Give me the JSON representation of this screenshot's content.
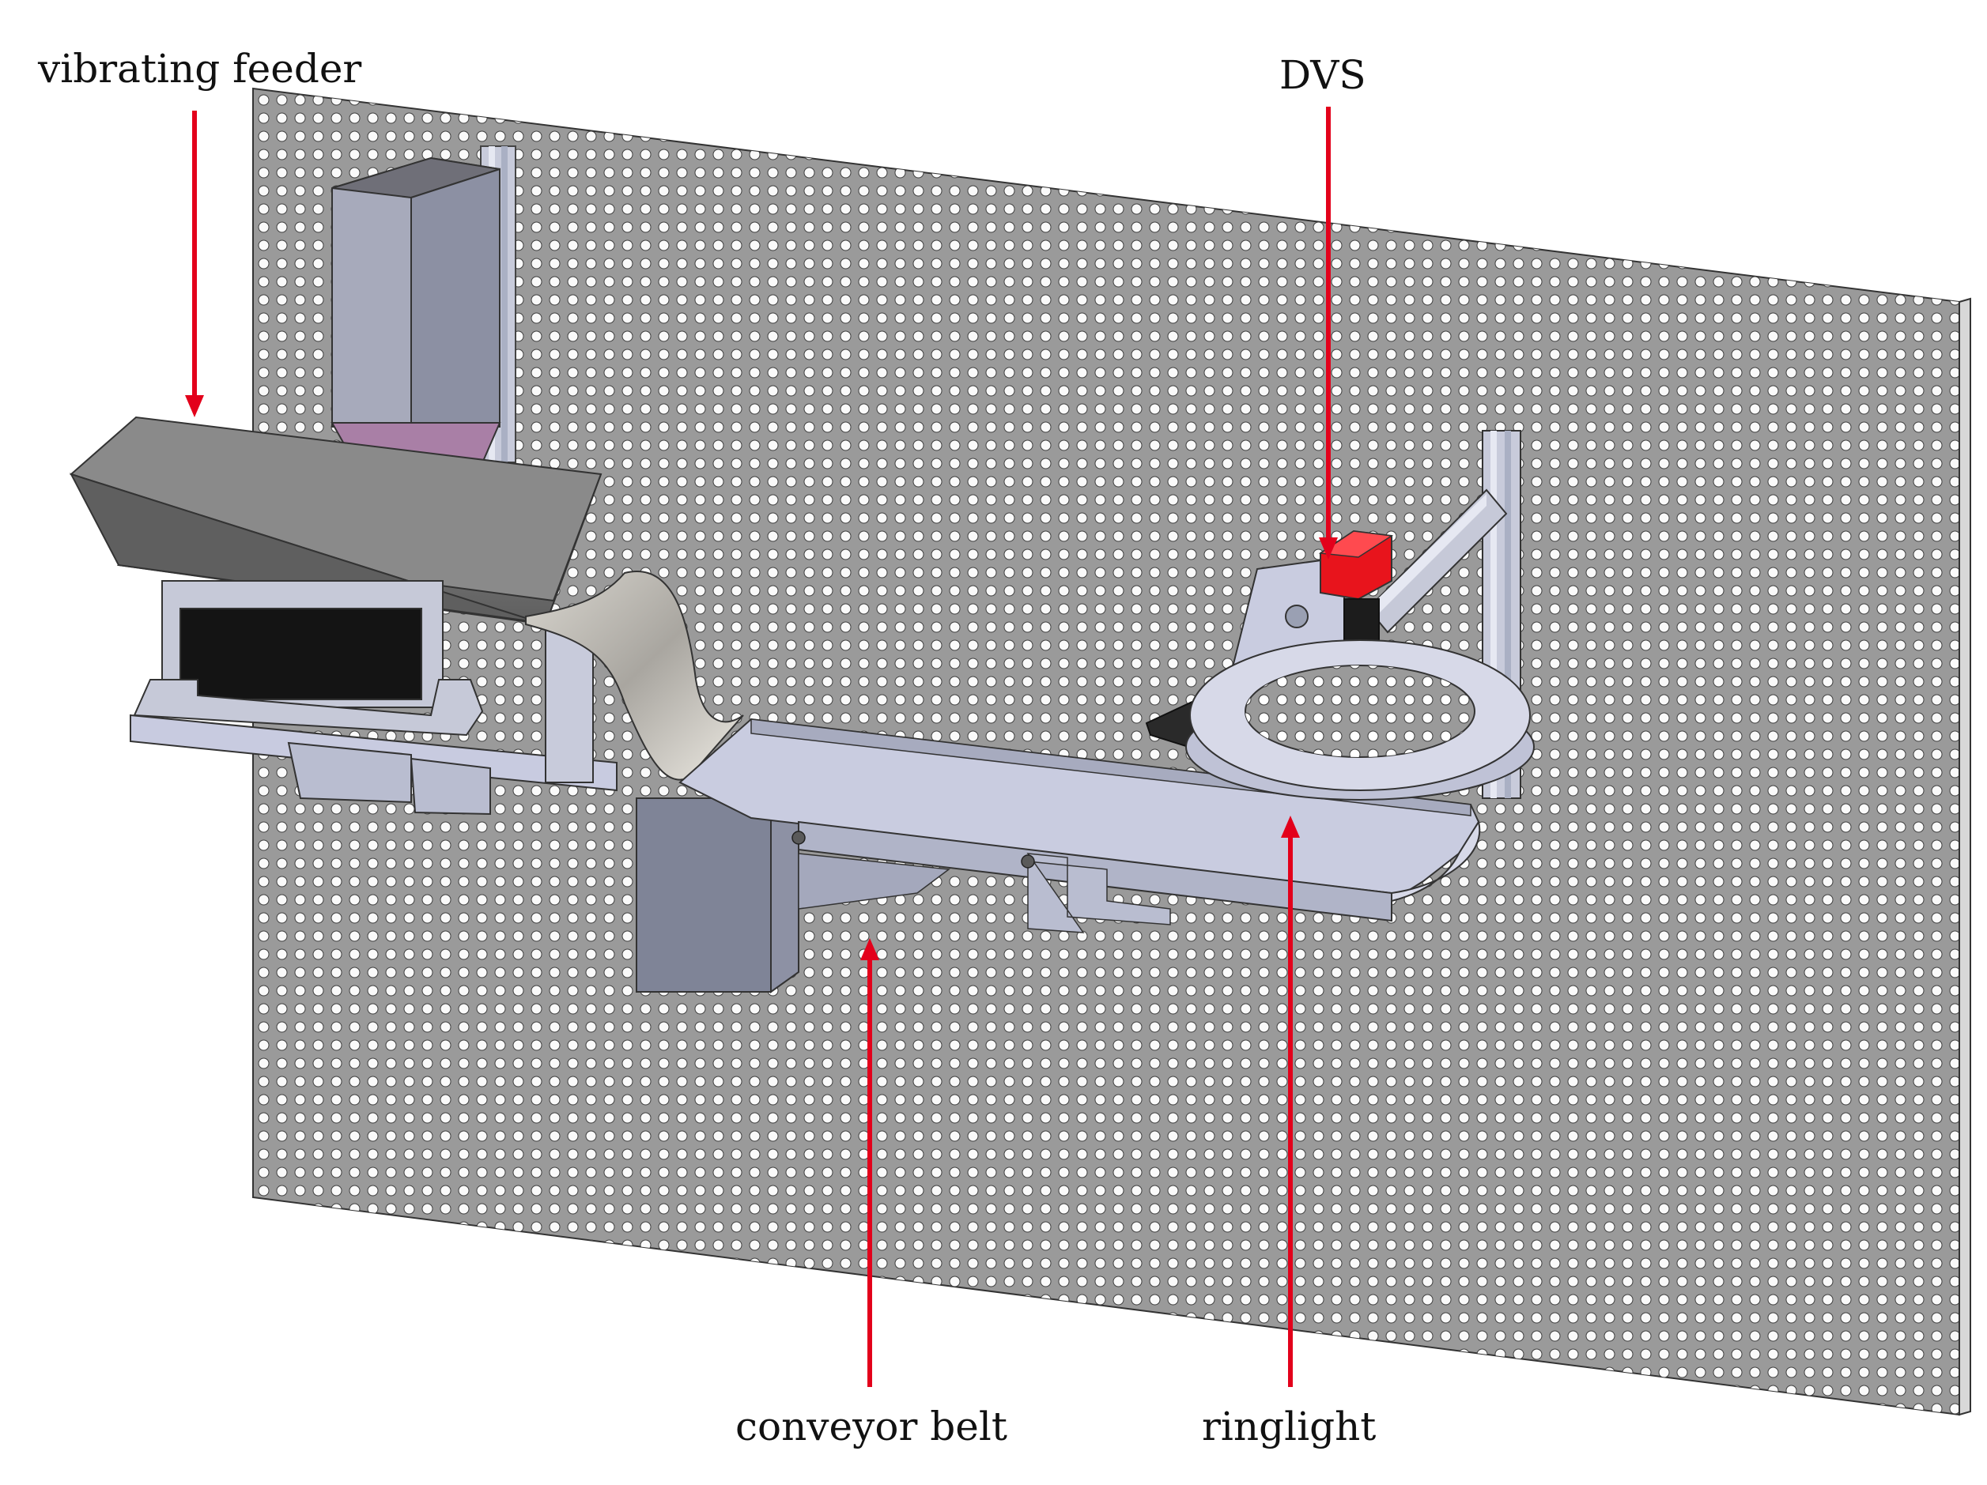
{
  "labels": {
    "vibrating_feeder": "vibrating feeder",
    "dvs": "DVS",
    "conveyor_belt": "conveyor belt",
    "ringlight": "ringlight"
  },
  "colors": {
    "arrow": "#e3001b",
    "panel": "#9a9a9a",
    "hole": "#ffffff",
    "camera": "#e8141c",
    "hopper_plate": "#a97fa6",
    "metal_light": "#c9cce0",
    "metal_dark": "#7f8497",
    "rubber": "#2a2a2a"
  }
}
